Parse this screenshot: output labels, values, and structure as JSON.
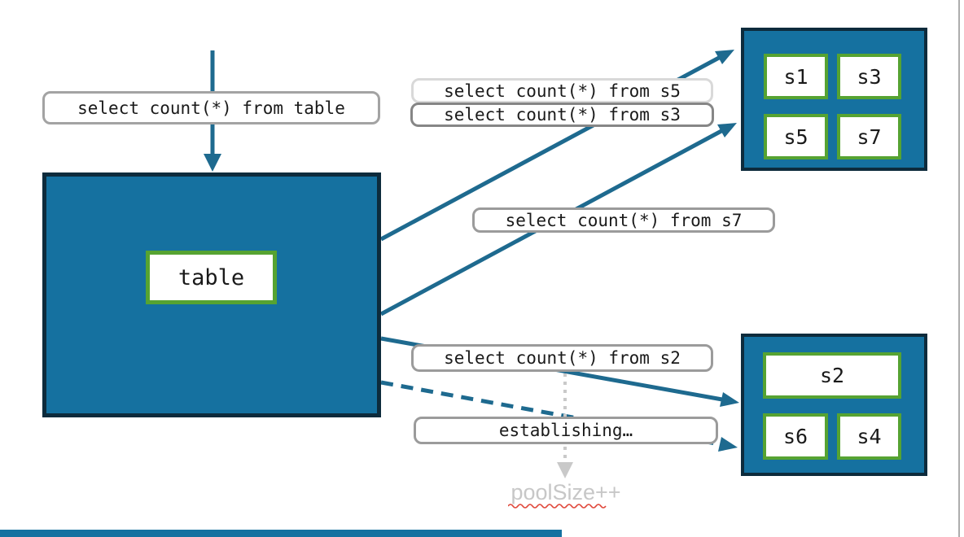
{
  "labels": {
    "query_table": "select count(*) from table",
    "query_s5": "select count(*) from s5",
    "query_s3": "select count(*) from s3",
    "query_s7": "select count(*) from s7",
    "query_s2": "select count(*) from s2",
    "establishing": "establishing…",
    "pool_size": "poolSize++"
  },
  "table_box": {
    "label": "table"
  },
  "top_shard_group": {
    "shards": [
      "s1",
      "s3",
      "s5",
      "s7"
    ]
  },
  "bottom_shard_group": {
    "shards": [
      "s2",
      "s6",
      "s4"
    ]
  },
  "colors": {
    "teal_fill": "#1571A0",
    "navy_border": "#0D2B3C",
    "green_border": "#56A332",
    "arrow_teal": "#1E6A8F",
    "label_border_gray": "#9B9B9B",
    "label_border_light": "#D9D9D9",
    "label_border_dark": "#868686",
    "dotted_arrow_gray": "#C9C9C9",
    "pool_text_gray": "#C7C7C7",
    "squiggle_red": "#E0473A"
  }
}
